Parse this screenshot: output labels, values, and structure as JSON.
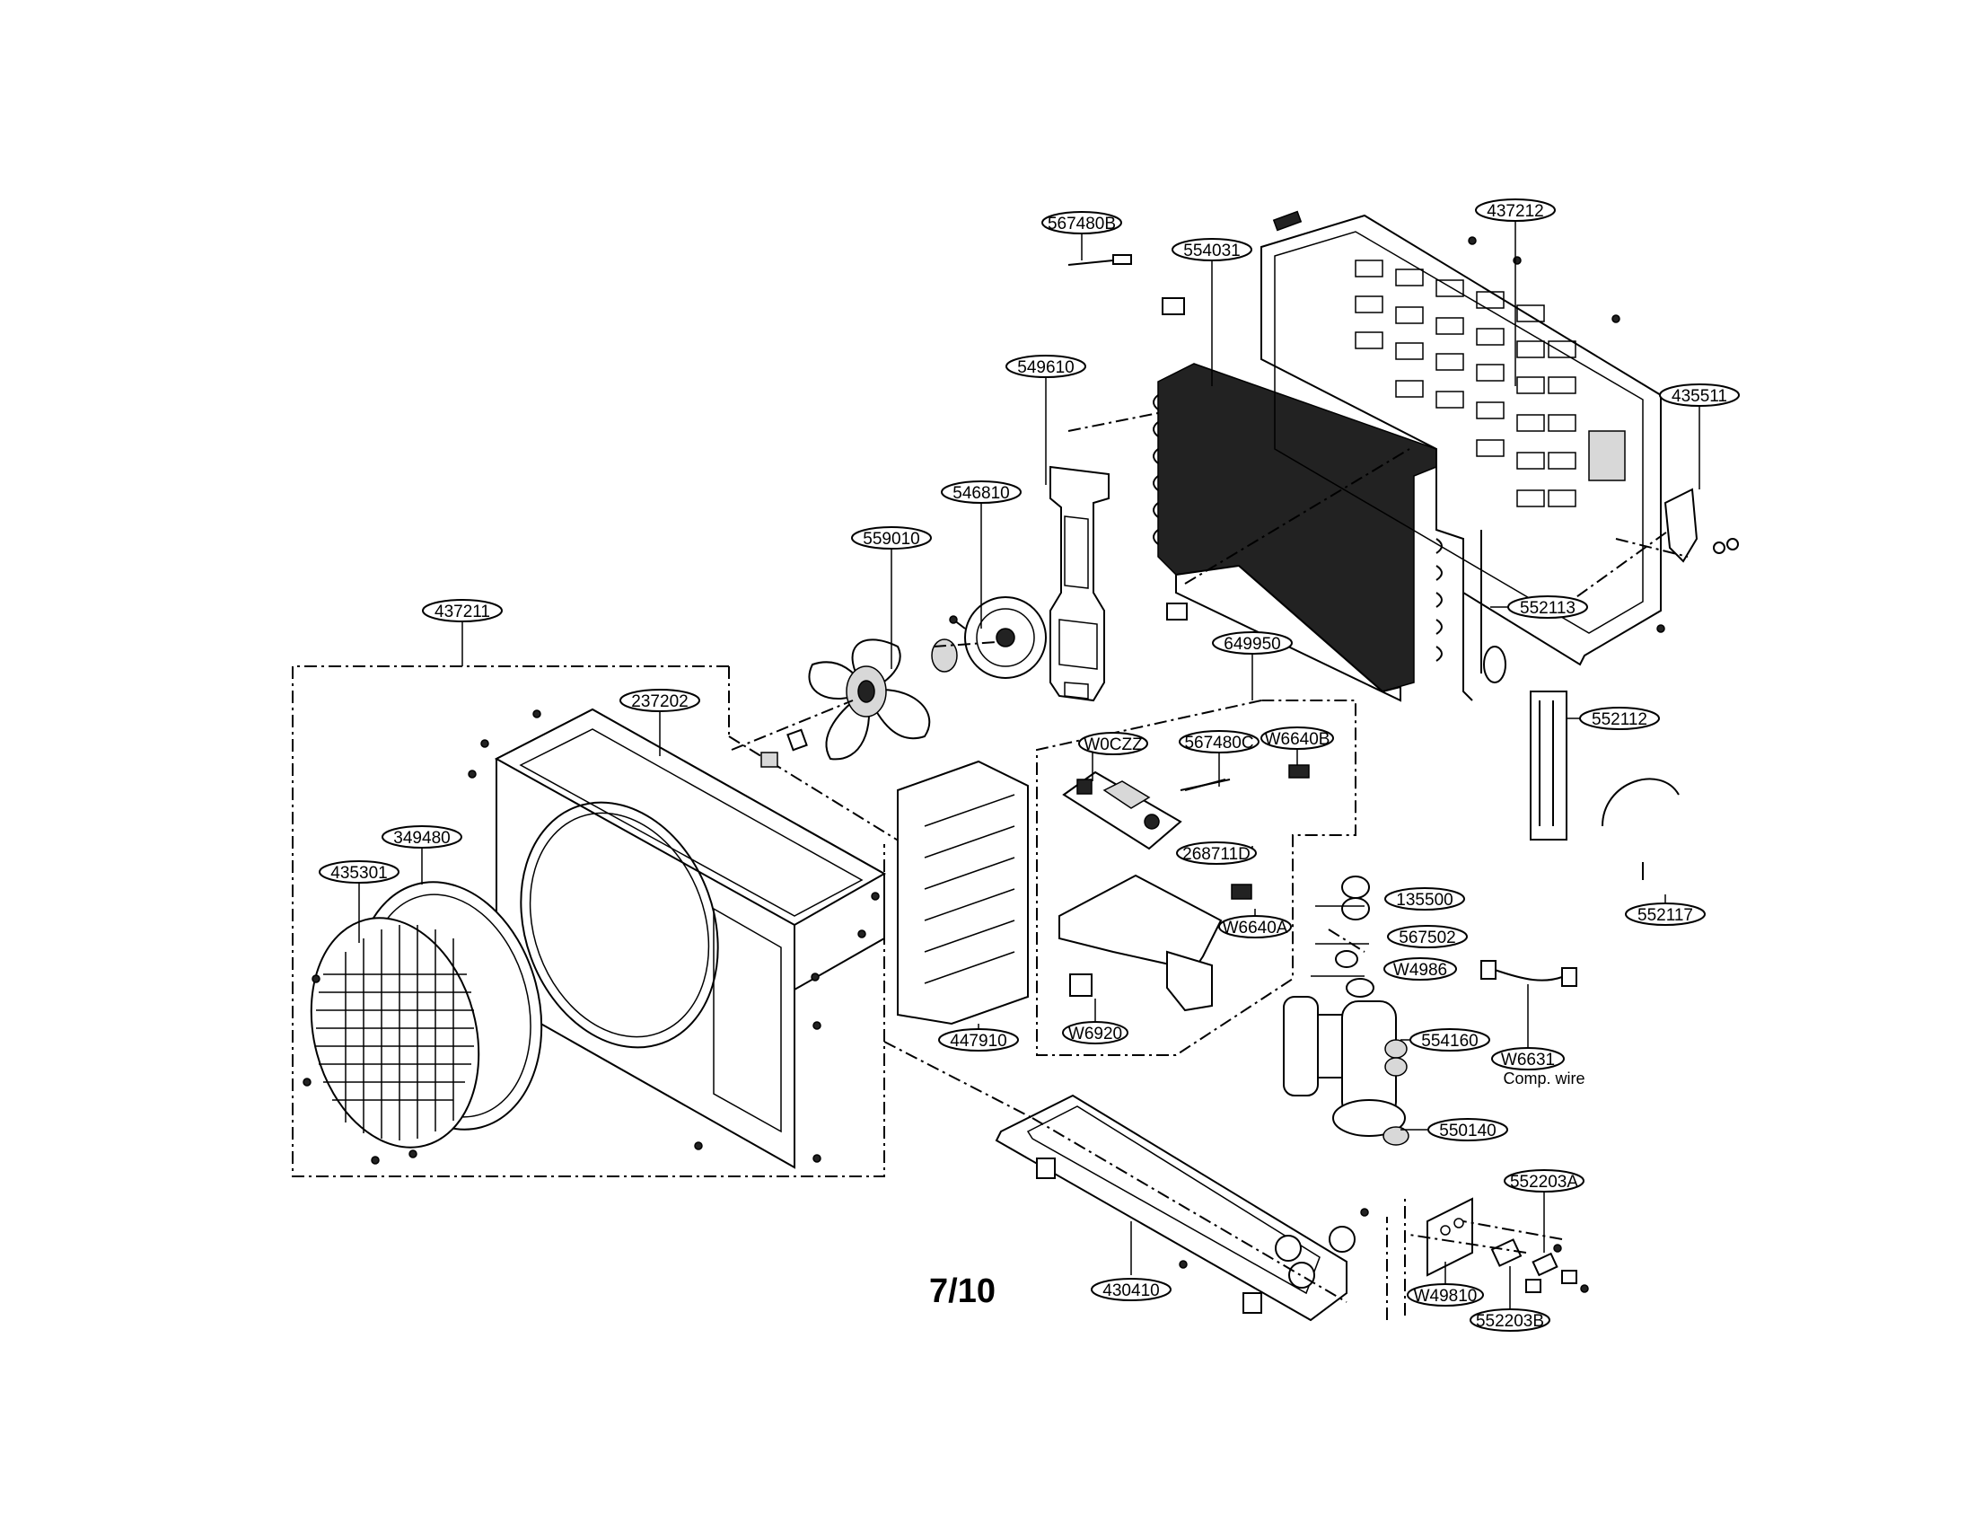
{
  "page_number": "7/10",
  "callouts": [
    {
      "id": "c_567480B",
      "text": "567480B"
    },
    {
      "id": "c_437212",
      "text": "437212"
    },
    {
      "id": "c_554031",
      "text": "554031"
    },
    {
      "id": "c_549610",
      "text": "549610"
    },
    {
      "id": "c_435511",
      "text": "435511"
    },
    {
      "id": "c_546810",
      "text": "546810"
    },
    {
      "id": "c_559010",
      "text": "559010"
    },
    {
      "id": "c_552113",
      "text": "552113"
    },
    {
      "id": "c_437211",
      "text": "437211"
    },
    {
      "id": "c_649950",
      "text": "649950"
    },
    {
      "id": "c_237202",
      "text": "237202"
    },
    {
      "id": "c_552112",
      "text": "552112"
    },
    {
      "id": "c_W0CZZ",
      "text": "W0CZZ"
    },
    {
      "id": "c_567480C",
      "text": "567480C"
    },
    {
      "id": "c_W6640B",
      "text": "W6640B"
    },
    {
      "id": "c_349480",
      "text": "349480"
    },
    {
      "id": "c_435301",
      "text": "435301"
    },
    {
      "id": "c_268711D",
      "text": "268711D"
    },
    {
      "id": "c_552117",
      "text": "552117"
    },
    {
      "id": "c_135500",
      "text": "135500"
    },
    {
      "id": "c_W6640A",
      "text": "W6640A"
    },
    {
      "id": "c_567502",
      "text": "567502"
    },
    {
      "id": "c_W4986",
      "text": "W4986"
    },
    {
      "id": "c_W6920",
      "text": "W6920"
    },
    {
      "id": "c_447910",
      "text": "447910"
    },
    {
      "id": "c_554160",
      "text": "554160"
    },
    {
      "id": "c_W6631",
      "text": "W6631"
    },
    {
      "id": "c_550140",
      "text": "550140"
    },
    {
      "id": "c_552203A",
      "text": "552203A"
    },
    {
      "id": "c_430410",
      "text": "430410"
    },
    {
      "id": "c_W49810",
      "text": "W49810"
    },
    {
      "id": "c_552203B",
      "text": "552203B"
    }
  ],
  "notes": {
    "comp_wire": "Comp. wire"
  }
}
